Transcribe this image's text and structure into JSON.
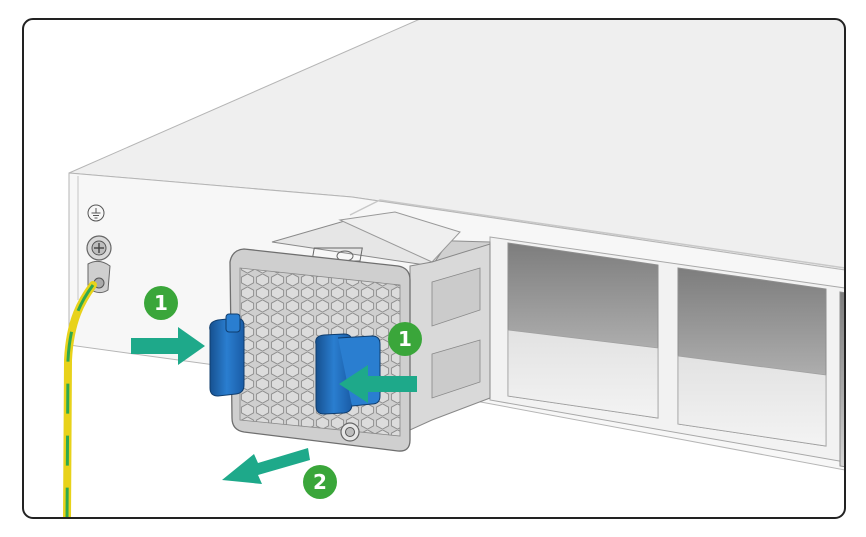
{
  "figure": {
    "description_hidden": "",
    "steps": [
      {
        "id": "step-1-left",
        "number": "1"
      },
      {
        "id": "step-1-right",
        "number": "1"
      },
      {
        "id": "step-2",
        "number": "2"
      }
    ]
  },
  "colors": {
    "frame": "#222222",
    "chassis_top": "#efefef",
    "chassis_front": "#f6f6f6",
    "slot_dark": "#8a8a8a",
    "slot_light": "#e6e6e6",
    "fan_body": "#c8c8c8",
    "latch_blue": "#1e66b3",
    "arrow_green": "#1ea98a",
    "badge_green": "#3aa63a",
    "cable_yellow": "#e8d21a",
    "cable_green": "#2fa84f"
  },
  "icons": {
    "ground_symbol": "ground-icon",
    "ground_screw": "ground-screw-icon",
    "fan_screw": "captive-screw-icon"
  }
}
